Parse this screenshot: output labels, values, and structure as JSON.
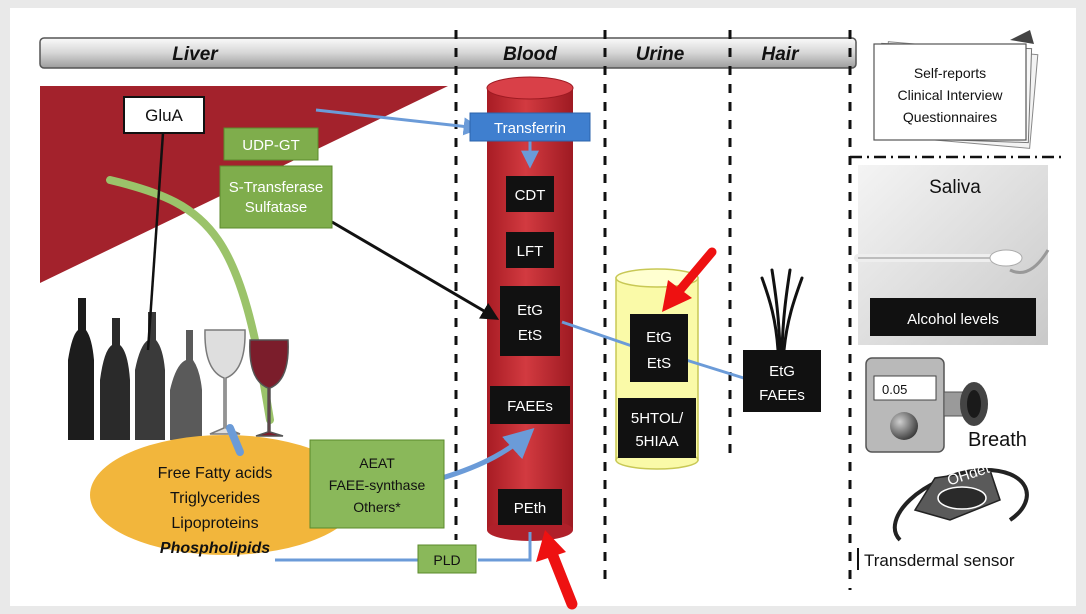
{
  "headers": {
    "liver": "Liver",
    "blood": "Blood",
    "urine": "Urine",
    "hair": "Hair"
  },
  "liver": {
    "glua": "GluA",
    "udp_gt": "UDP-GT",
    "transferase_line1": "S-Transferase",
    "transferase_line2": "Sulfatase"
  },
  "blood": {
    "transferrin": "Transferrin",
    "cdt": "CDT",
    "lft": "LFT",
    "etg": "EtG",
    "ets": "EtS",
    "faees": "FAEEs",
    "peth": "PEth"
  },
  "urine": {
    "etg": "EtG",
    "ets": "EtS",
    "htol_line1": "5HTOL/",
    "htol_line2": "5HIAA"
  },
  "hair": {
    "etg": "EtG",
    "faees": "FAEEs"
  },
  "lipids": {
    "line1": "Free Fatty acids",
    "line2": "Triglycerides",
    "line3": "Lipoproteins",
    "line4": "Phospholipids"
  },
  "enzymes": {
    "line1": "AEAT",
    "line2": "FAEE-synthase",
    "line3": "Others*",
    "pld": "PLD"
  },
  "self_reports": {
    "line1": "Self-reports",
    "line2": "Clinical Interview",
    "line3": "Questionnaires"
  },
  "saliva": {
    "label": "Saliva",
    "alcohol_levels": "Alcohol levels"
  },
  "breath": {
    "reading": "0.05",
    "label": "Breath"
  },
  "transdermal": {
    "device_label": "OHdet",
    "label": "Transdermal sensor"
  },
  "colors": {
    "liver_red": "#a3222c",
    "tube_red": "#c0252e",
    "enzyme_green": "#7fad4c",
    "transferrin_blue": "#3f7fcf",
    "lipid_orange": "#f2b63c",
    "urine_yellow": "#fafaa8",
    "arrow_red": "#ee1111"
  }
}
